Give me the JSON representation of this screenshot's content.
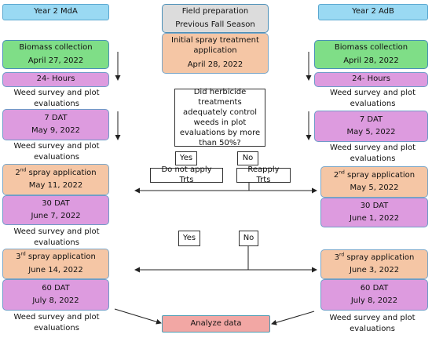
{
  "left": {
    "header": "Year 2 MdA",
    "biomass": {
      "title": "Biomass collection",
      "date": "April 27, 2022"
    },
    "hours": "24- Hours",
    "eval_text": "Weed survey and plot evaluations",
    "dat7": {
      "title": "7 DAT",
      "date": "May 9, 2022"
    },
    "spray2": {
      "pre": "2",
      "sup": "nd",
      "post": " spray application",
      "date": "May 11, 2022"
    },
    "dat30": {
      "title": "30 DAT",
      "date": "June 7, 2022"
    },
    "spray3": {
      "pre": "3",
      "sup": "rd",
      "post": " spray application",
      "date": "June 14, 2022"
    },
    "dat60": {
      "title": "60 DAT",
      "date": "July 8, 2022"
    }
  },
  "right": {
    "header": "Year 2 AdB",
    "biomass": {
      "title": "Biomass collection",
      "date": "April 28, 2022"
    },
    "hours": "24- Hours",
    "eval_text": "Weed survey and plot evaluations",
    "dat7": {
      "title": "7 DAT",
      "date": "May 5, 2022"
    },
    "spray2": {
      "pre": "2",
      "sup": "nd",
      "post": " spray application",
      "date": "May 5, 2022"
    },
    "dat30": {
      "title": "30 DAT",
      "date": "June 1, 2022"
    },
    "spray3": {
      "pre": "3",
      "sup": "rd",
      "post": " spray application",
      "date": "June 3, 2022"
    },
    "dat60": {
      "title": "60 DAT",
      "date": "July 8, 2022"
    }
  },
  "center": {
    "field_prep": {
      "line1": "Field preparation",
      "line2": "Previous Fall Season"
    },
    "initial_spray": {
      "line1": "Initial spray treatment",
      "line2": "application",
      "date": "April 28, 2022"
    },
    "question": "Did herbicide treatments adequately control weeds in plot evaluations by more than 50%?",
    "yes": "Yes",
    "no": "No",
    "do_not_apply": "Do not apply Trts",
    "reapply": "Reapply Trts",
    "yes2": "Yes",
    "no2": "No",
    "analyze": "Analyze data"
  },
  "colors": {
    "header": "#9ad9f3",
    "green": "#7fde87",
    "pink": "#dd9bdf",
    "orange": "#f5c6a5",
    "gray": "#dcdcdc",
    "red": "#f2a7a4"
  }
}
